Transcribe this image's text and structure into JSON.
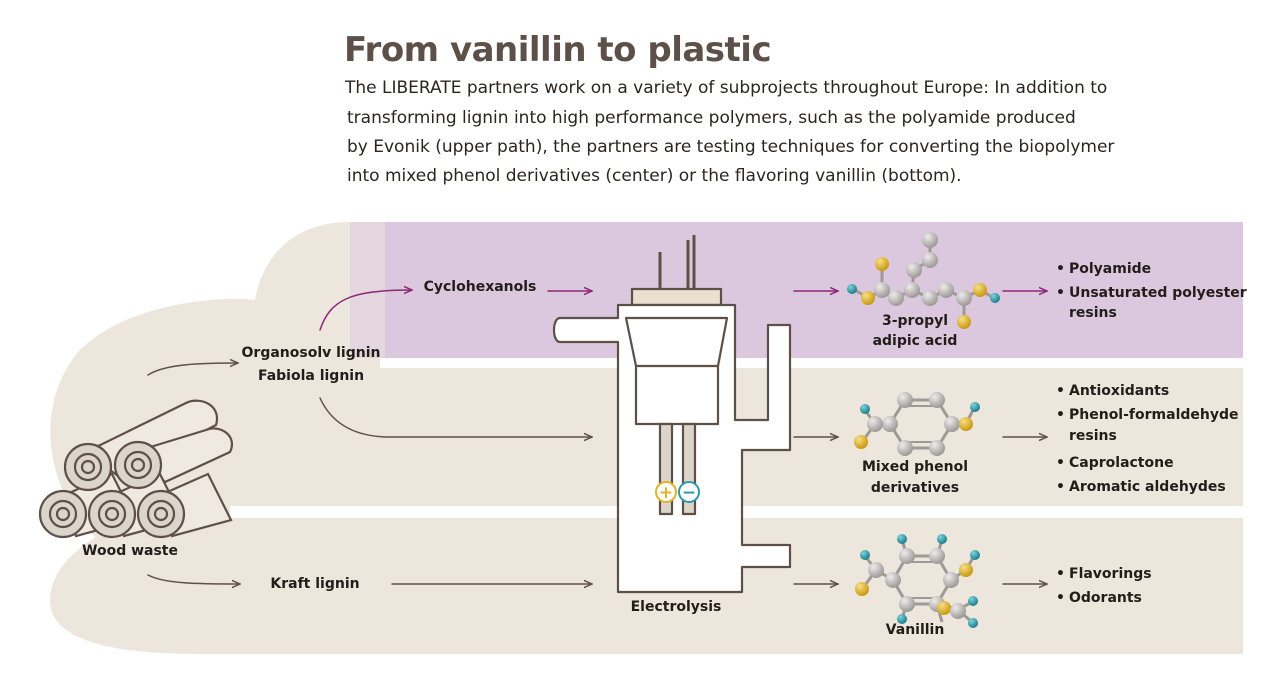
{
  "heading": {
    "title": "From vanillin to plastic",
    "intro_lines": [
      "The LIBERATE partners work on a variety of subprojects throughout Europe: In addition to",
      "transforming lignin into high performance polymers, such as the polyamide produced",
      "by Evonik (upper path), the partners are testing techniques for converting the biopolymer",
      "into mixed phenol derivatives (center) or the flavoring vanillin (bottom)."
    ]
  },
  "source": {
    "label": "Wood waste"
  },
  "lignins": {
    "organosolv": "Organosolv lignin",
    "fabiola": "Fabiola lignin",
    "kraft": "Kraft lignin"
  },
  "intermediate": {
    "label": "Cyclohexanols"
  },
  "process": {
    "label": "Electrolysis",
    "plus_sign": "+",
    "minus_sign": "−"
  },
  "products": {
    "upper": {
      "molecule": [
        "3-propyl",
        "adipic acid"
      ],
      "uses": [
        "Polyamide",
        "Unsaturated polyester",
        "resins"
      ]
    },
    "middle": {
      "molecule": [
        "Mixed phenol",
        "derivatives"
      ],
      "uses": [
        "Antioxidants",
        "Phenol-formaldehyde",
        "resins",
        "Caprolactone",
        "Aromatic aldehydes"
      ]
    },
    "lower": {
      "molecule": [
        "Vanillin"
      ],
      "uses": [
        "Flavorings",
        "Odorants"
      ]
    }
  },
  "colors": {
    "upper_band": "#dcc8de",
    "background_bands": "#ece6dd",
    "arrow_upper": "#8e2576",
    "arrow_default": "#5d5049",
    "carbon_atom": "#b7b3b1",
    "oxygen_atom": "#e2b325",
    "hydrogen_atom": "#2a9aa8",
    "plus_electrode": "#e2b325",
    "minus_electrode": "#2a9aa8"
  },
  "icons": {
    "wood": "log-pile-icon",
    "cell": "electrolysis-cell-icon",
    "molecules": [
      "propyl-adipic-acid-molecule-icon",
      "phenol-derivative-molecule-icon",
      "vanillin-molecule-icon"
    ]
  }
}
